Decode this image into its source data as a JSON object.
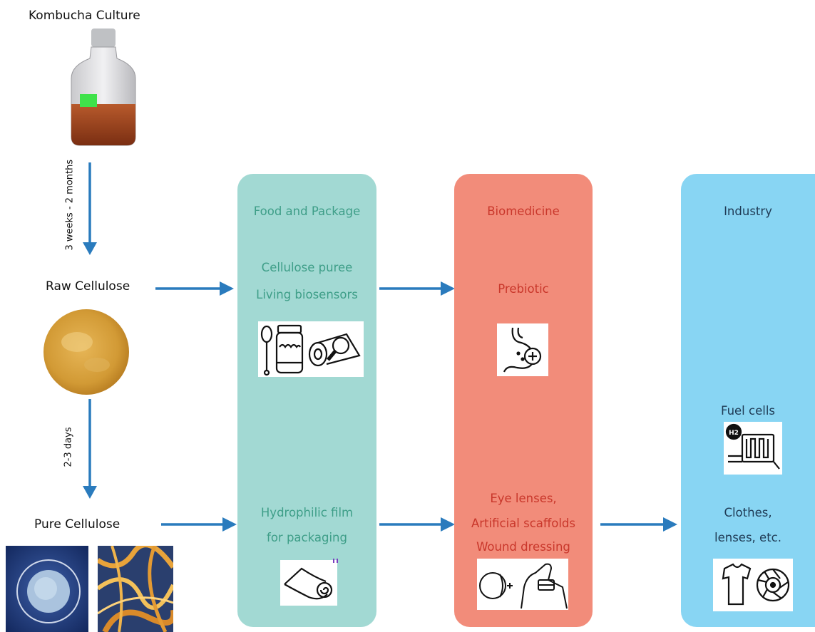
{
  "stages": {
    "culture": "Kombucha Culture",
    "raw": "Raw Cellulose",
    "pure": "Pure Cellulose"
  },
  "durations": {
    "culture_to_raw": "3 weeks - 2 months",
    "raw_to_pure": "2-3 days"
  },
  "panels": {
    "food": {
      "title": "Food and Package",
      "row1": [
        "Cellulose puree",
        "Living biosensors"
      ],
      "row2": [
        "Hydrophilic film",
        "for packaging"
      ],
      "color": "#a2d9d3",
      "text_color": "#3e9e88"
    },
    "biomedicine": {
      "title": "Biomedicine",
      "row1": [
        "Prebiotic"
      ],
      "row2": [
        "Eye lenses,",
        "Artificial scaffolds",
        "Wound dressing"
      ],
      "color": "#f28c7a",
      "text_color": "#c9372b"
    },
    "industry": {
      "title": "Industry",
      "row1": [
        "Fuel cells"
      ],
      "row2": [
        "Clothes,",
        "lenses, etc."
      ],
      "color": "#88d5f3",
      "text_color": "#1f3b55"
    }
  },
  "icons": {
    "bottle": "kombucha-bottle",
    "raw_disk": "raw-cellulose-disk",
    "pure_dish": "petri-dish",
    "pure_micro": "fiber-micrograph",
    "food_row1": [
      "spoon",
      "jar",
      "biosensor-roll",
      "magnifier"
    ],
    "food_row2": [
      "film-roll"
    ],
    "bio_row1": [
      "stomach"
    ],
    "bio_row2": [
      "eye",
      "bandaged-hand"
    ],
    "ind_row1": [
      "fuel-cell"
    ],
    "ind_row2": [
      "t-shirt",
      "camera-aperture"
    ],
    "fuel_cell_label": "H2"
  },
  "colors": {
    "arrow": "#2a7bbd"
  }
}
